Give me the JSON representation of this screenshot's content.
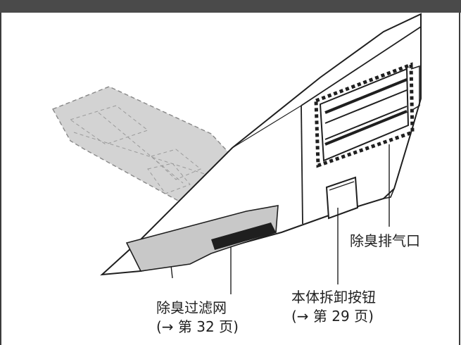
{
  "labels": {
    "deodorizing_filter": {
      "name": "除臭过滤网",
      "ref": "(→ 第 32 页)"
    },
    "deodorizing_exhaust": {
      "name": "除臭排气口"
    },
    "body_release_button": {
      "name": "本体拆卸按钮",
      "ref": "(→ 第 29 页)"
    }
  },
  "colors": {
    "header": "#4a4a4a",
    "line": "#1f1f1f",
    "filter_fill": "#cfcfcf",
    "body_fill": "#ffffff"
  }
}
